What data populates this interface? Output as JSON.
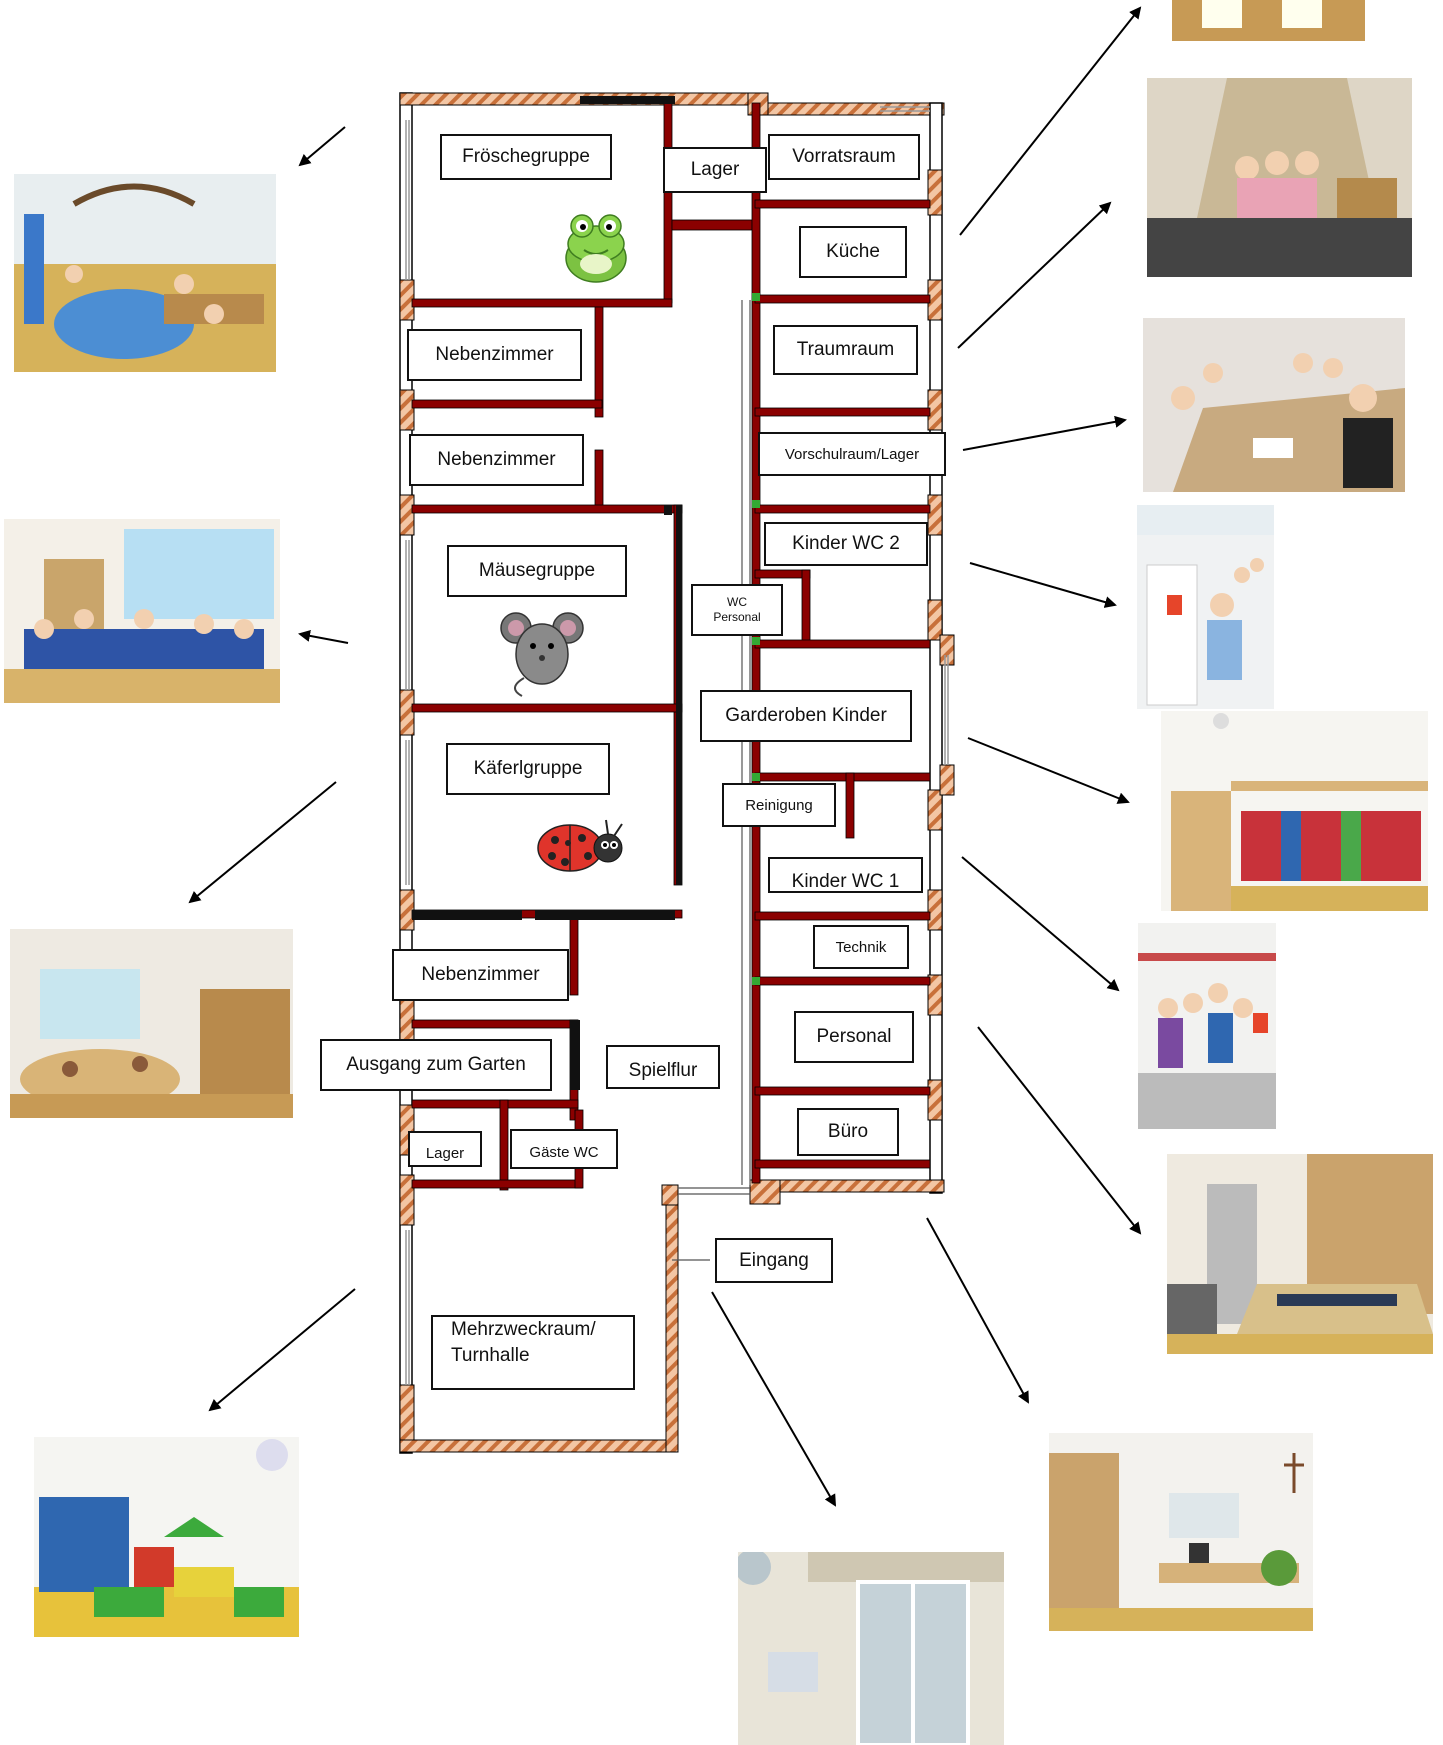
{
  "rooms": {
    "froesche": "Fröschegruppe",
    "lager_top": "Lager",
    "vorrat": "Vorratsraum",
    "kueche": "Küche",
    "neben1": "Nebenzimmer",
    "traum": "Traumraum",
    "neben2": "Nebenzimmer",
    "vorschul": "Vorschulraum/Lager",
    "maeuse": "Mäusegruppe",
    "kinderwc2": "Kinder WC 2",
    "wcpersonal_a": "WC",
    "wcpersonal_b": "Personal",
    "garderoben": "Garderoben Kinder",
    "kaefer": "Käferlgruppe",
    "reinigung": "Reinigung",
    "kinderwc1": "Kinder WC 1",
    "technik": "Technik",
    "neben3": "Nebenzimmer",
    "personal": "Personal",
    "ausgang": "Ausgang zum Garten",
    "spielflur": "Spielflur",
    "buero": "Büro",
    "lager_bottom": "Lager",
    "gaestewc": "Gäste WC",
    "eingang": "Eingang",
    "mehrzweck_a": "Mehrzweckraum/",
    "mehrzweck_b": "Turnhalle"
  },
  "icons": [
    "frog-icon",
    "mouse-icon",
    "ladybug-icon"
  ],
  "colors": {
    "wall_red": "#8b0000",
    "wall_outer": "#e8b08a",
    "wall_black": "#111111",
    "window_grey": "#aaaaaa",
    "door_green": "#33aa33"
  }
}
